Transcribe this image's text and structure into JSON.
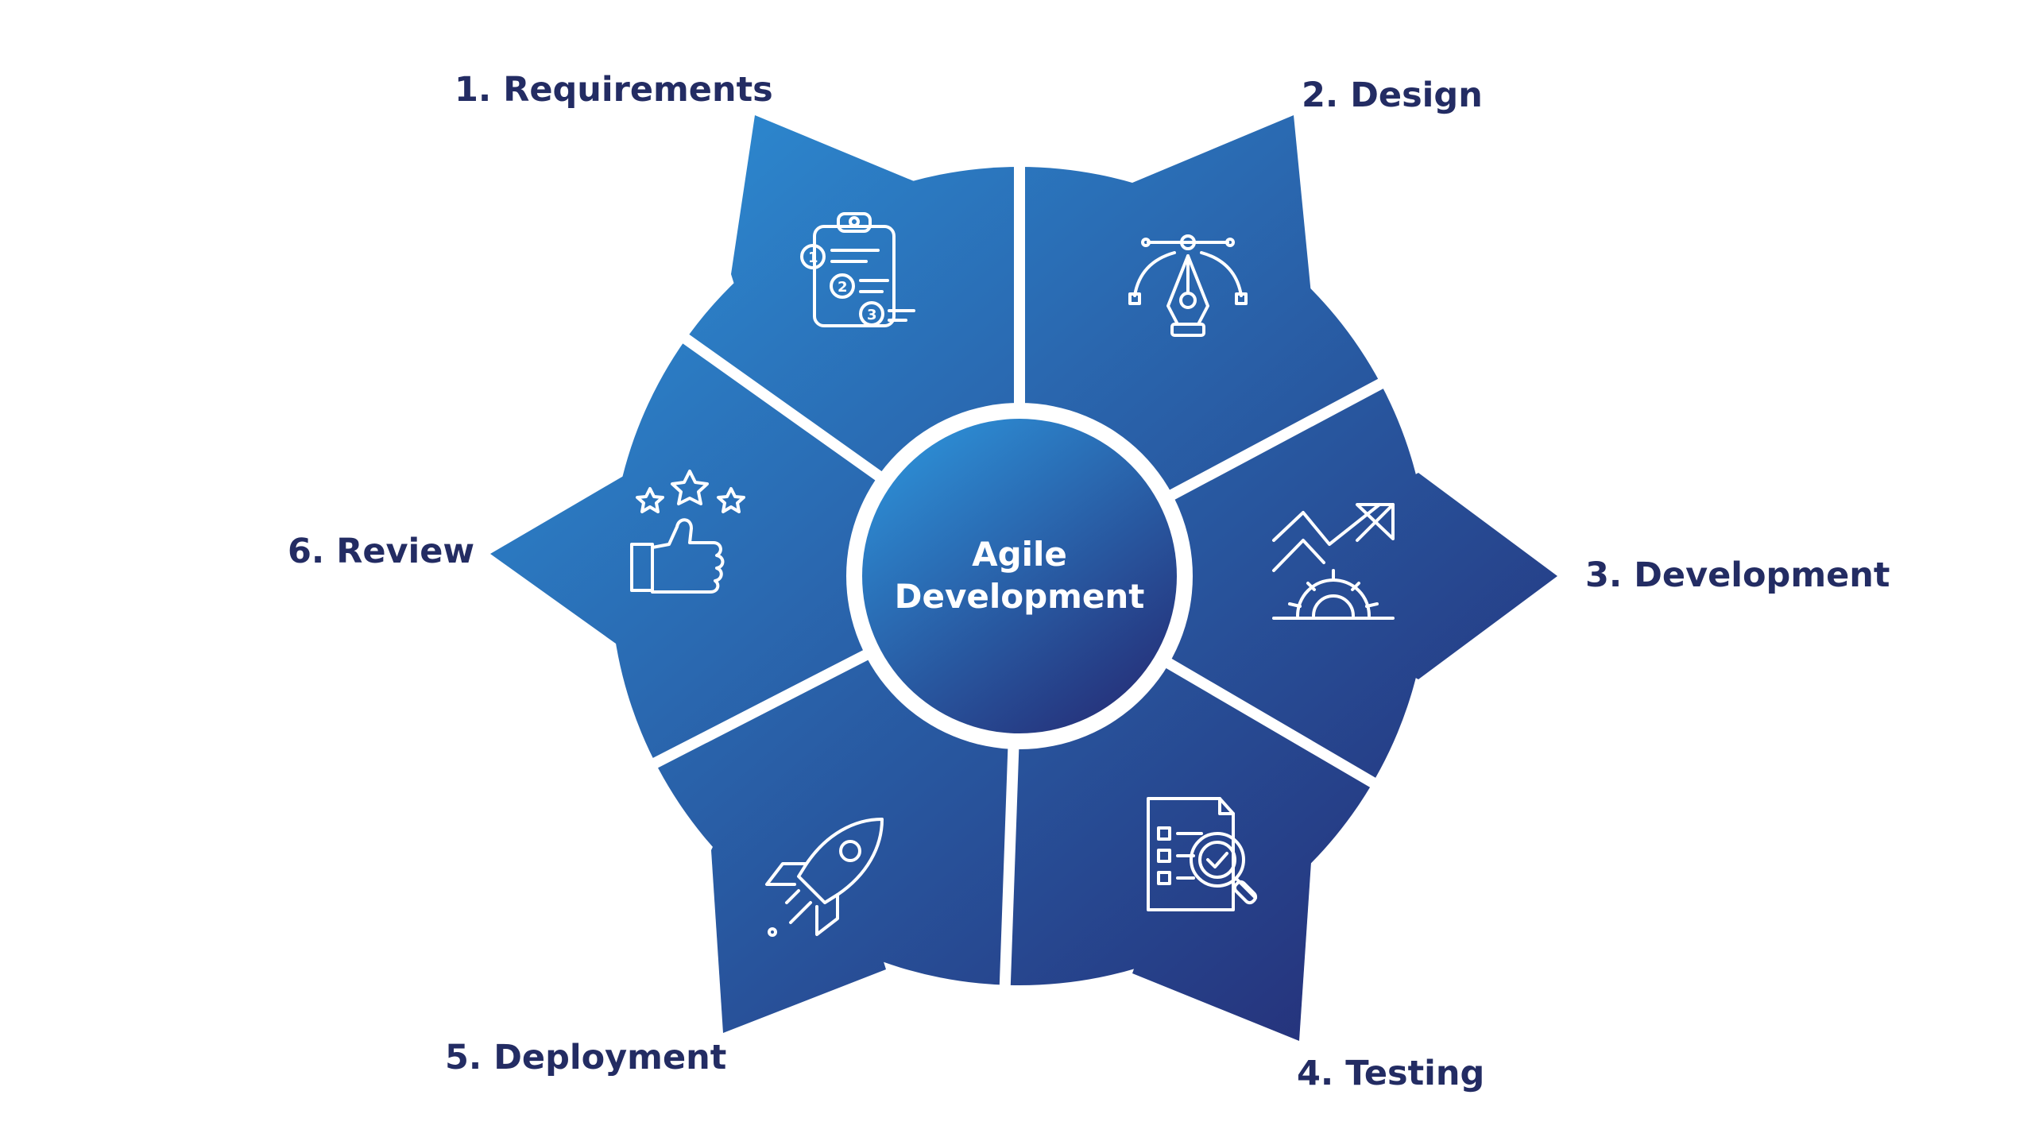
{
  "diagram": {
    "center": {
      "line1": "Agile",
      "line2": "Development"
    },
    "phases": [
      {
        "label": "1. Requirements",
        "icon": "clipboard-checklist-icon"
      },
      {
        "label": "2. Design",
        "icon": "pen-tool-icon"
      },
      {
        "label": "3. Development",
        "icon": "gear-growth-arrow-icon"
      },
      {
        "label": "4. Testing",
        "icon": "document-magnifier-icon"
      },
      {
        "label": "5. Deployment",
        "icon": "rocket-icon"
      },
      {
        "label": "6. Review",
        "icon": "thumbs-up-stars-icon"
      }
    ],
    "colors": {
      "gradient_light": "#2d8fd6",
      "gradient_dark": "#25317a",
      "label_text": "#232c63",
      "background": "#ffffff"
    }
  }
}
